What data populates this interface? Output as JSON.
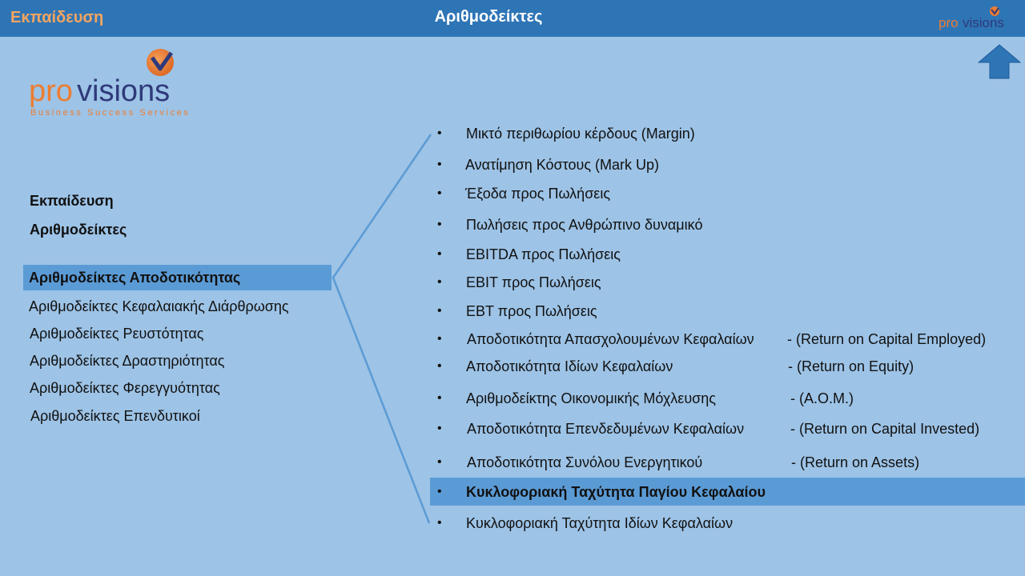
{
  "header": {
    "section": "Εκπαίδευση",
    "title": "Αριθμοδείκτες",
    "logo_pro": "pro",
    "logo_visions": "visions"
  },
  "logo": {
    "pro": "pro",
    "visions": "visions",
    "tagline": "Business Success Services"
  },
  "breadcrumb": {
    "level1": "Εκπαίδευση",
    "level2": "Αριθμοδείκτες"
  },
  "categories": [
    {
      "label": "Αριθμοδείκτες Αποδοτικότητας",
      "selected": true
    },
    {
      "label": "Αριθμοδείκτες Κεφαλαιακής Διάρθρωσης"
    },
    {
      "label": "Αριθμοδείκτες Ρευστότητας"
    },
    {
      "label": "Αριθμοδείκτες Δραστηριότητας"
    },
    {
      "label": "Αριθμοδείκτες Φερεγγυότητας"
    },
    {
      "label": "Αριθμοδείκτες Επενδυτικοί"
    }
  ],
  "ratios": [
    {
      "label": "Μικτό περιθωρίου κέρδους (Margin)",
      "desc": ""
    },
    {
      "label": "Ανατίμηση Κόστους (Mark Up)",
      "desc": ""
    },
    {
      "label": "Έξοδα προς Πωλήσεις",
      "desc": ""
    },
    {
      "label": "Πωλήσεις προς Ανθρώπινο δυναμικό",
      "desc": ""
    },
    {
      "label": "EBITDA προς Πωλήσεις",
      "desc": ""
    },
    {
      "label": "EBIT προς Πωλήσεις",
      "desc": ""
    },
    {
      "label": "EBT προς Πωλήσεις",
      "desc": ""
    },
    {
      "label": "Αποδοτικότητα Απασχολουμένων Κεφαλαίων",
      "desc": "- (Return on Capital Employed)"
    },
    {
      "label": "Αποδοτικότητα Ιδίων Κεφαλαίων",
      "desc": "- (Return on Equity)"
    },
    {
      "label": "Αριθμοδείκτης Οικονομικής Μόχλευσης",
      "desc": "- (Α.Ο.Μ.)"
    },
    {
      "label": "Αποδοτικότητα Επενδεδυμένων Κεφαλαίων",
      "desc": "- (Return on Capital Invested)"
    },
    {
      "label": "Αποδοτικότητα Συνόλου Ενεργητικού",
      "desc": "- (Return on Assets)"
    },
    {
      "label": "Κυκλοφοριακή Ταχύτητα Παγίου Κεφαλαίου",
      "desc": "",
      "selected": true
    },
    {
      "label": "Κυκλοφοριακή Ταχύτητα Ιδίων Κεφαλαίων",
      "desc": ""
    }
  ],
  "bullet": "•",
  "colors": {
    "background": "#9DC3E6",
    "header_bar": "#2E75B6",
    "highlight": "#5B9BD5",
    "section_text": "#F4A460",
    "logo_orange": "#ED7D31",
    "logo_navy": "#2F3A7A"
  }
}
